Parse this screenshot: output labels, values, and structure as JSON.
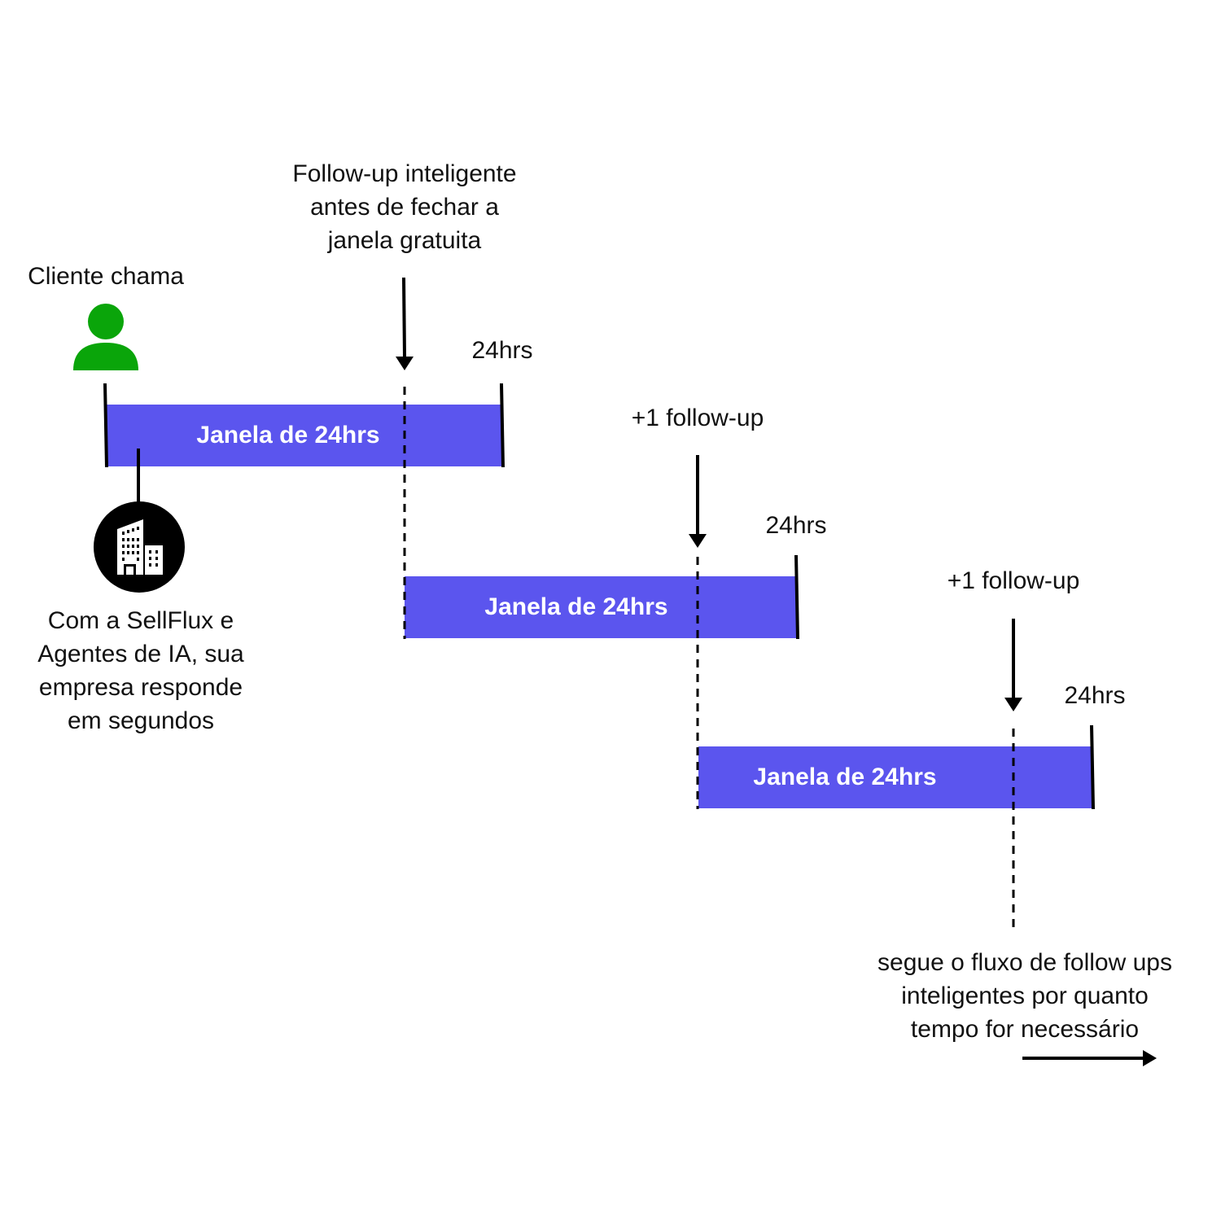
{
  "labels": {
    "client_calls": "Cliente chama",
    "first_followup": "Follow-up inteligente\nantes de fechar a\njanela gratuita",
    "company_responds": "Com a SellFlux e\nAgentes de IA, sua\nempresa responde\nem segundos",
    "extra_followup_1": "+1 follow-up",
    "extra_followup_2": "+1 follow-up",
    "continue_flow": "segue o fluxo de follow ups\ninteligentes por quanto\ntempo for necessário"
  },
  "windows": [
    {
      "label": "Janela de 24hrs",
      "end_label": "24hrs"
    },
    {
      "label": "Janela de 24hrs",
      "end_label": "24hrs"
    },
    {
      "label": "Janela de 24hrs",
      "end_label": "24hrs"
    }
  ],
  "colors": {
    "bar": "#5b55ee",
    "client_icon": "#0aa50a",
    "company_icon_bg": "#000000",
    "line": "#000000"
  },
  "icons": {
    "client": "person-icon",
    "company": "building-icon",
    "continue": "arrow-right-icon"
  }
}
